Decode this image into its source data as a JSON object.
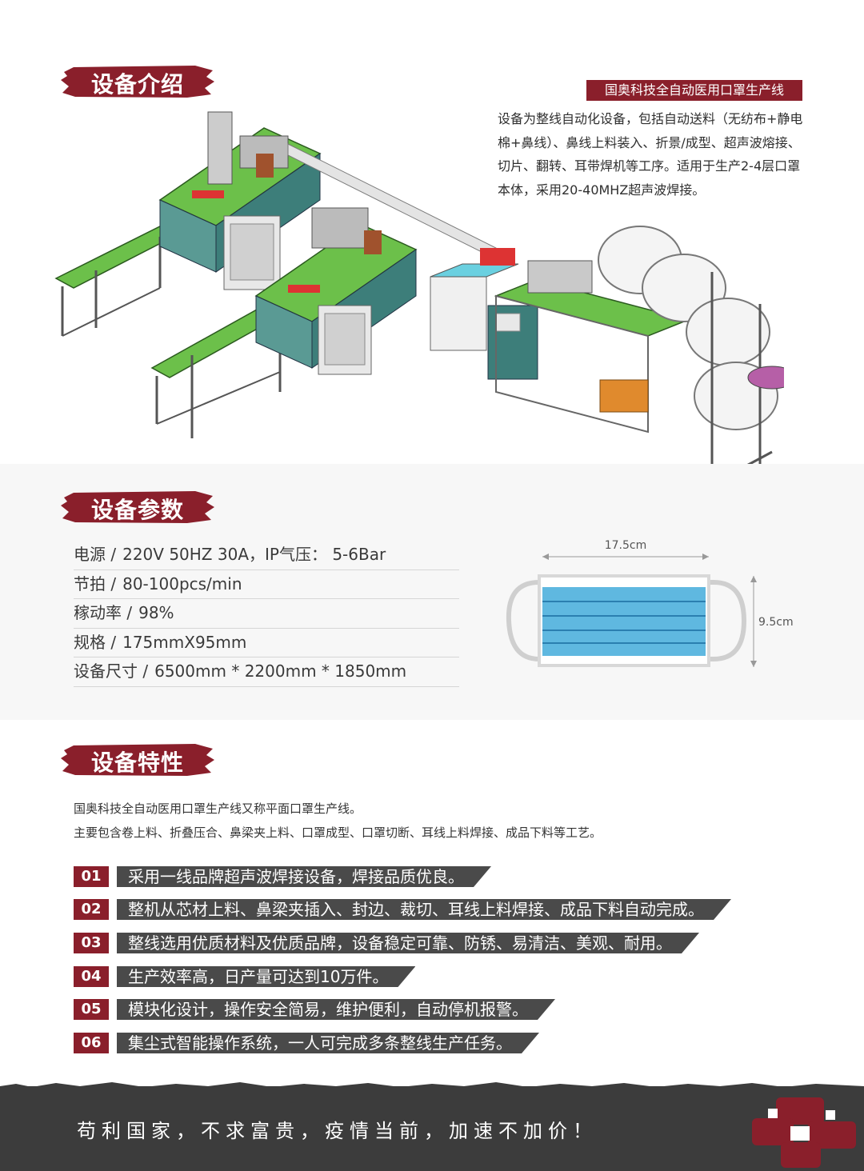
{
  "section_intro": {
    "title": "设备介绍",
    "product_tag": "国奥科技全自动医用口罩生产线",
    "description": "设备为整线自动化设备，包括自动送料（无纺布+静电棉+鼻线）、鼻线上料装入、折景/成型、超声波熔接、切片、翻转、耳带焊机等工序。适用于生产2-4层口罩本体，采用20-40MHZ超声波焊接。"
  },
  "section_params": {
    "title": "设备参数",
    "rows": [
      {
        "label": "电源 /",
        "value": "220V  50HZ   30A，IP气压：  5-6Bar"
      },
      {
        "label": "节拍 /",
        "value": "80-100pcs/min"
      },
      {
        "label": "稼动率 /",
        "value": "98%"
      },
      {
        "label": "规格 /",
        "value": "175mmX95mm"
      },
      {
        "label": "设备尺寸 /",
        "value": "6500mm * 2200mm * 1850mm"
      }
    ],
    "mask_width_label": "17.5cm",
    "mask_height_label": "9.5cm",
    "mask_color": "#5fb8e0"
  },
  "section_features": {
    "title": "设备特性",
    "desc_line1": "国奥科技全自动医用口罩生产线又称平面口罩生产线。",
    "desc_line2": "主要包含卷上料、折叠压合、鼻梁夹上料、口罩成型、口罩切断、耳线上料焊接、成品下料等工艺。",
    "items": [
      {
        "num": "01",
        "text": "采用一线品牌超声波焊接设备，焊接品质优良。"
      },
      {
        "num": "02",
        "text": "整机从芯材上料、鼻梁夹插入、封边、裁切、耳线上料焊接、成品下料自动完成。"
      },
      {
        "num": "03",
        "text": "整线选用优质材料及优质品牌，设备稳定可靠、防锈、易清洁、美观、耐用。"
      },
      {
        "num": "04",
        "text": "生产效率高，日产量可达到10万件。"
      },
      {
        "num": "05",
        "text": "模块化设计，操作安全简易，维护便利，自动停机报警。"
      },
      {
        "num": "06",
        "text": "集尘式智能操作系统，一人可完成多条整线生产任务。"
      }
    ]
  },
  "footer": {
    "slogan": "苟利国家，不求富贵，疫情当前，加速不加价！"
  },
  "colors": {
    "accent_red": "#8a1f2b",
    "feature_bar": "#4a4a4a",
    "footer_bg": "#3c3c3c",
    "machine_green": "#6cc04a",
    "machine_teal": "#3d7e7a"
  }
}
